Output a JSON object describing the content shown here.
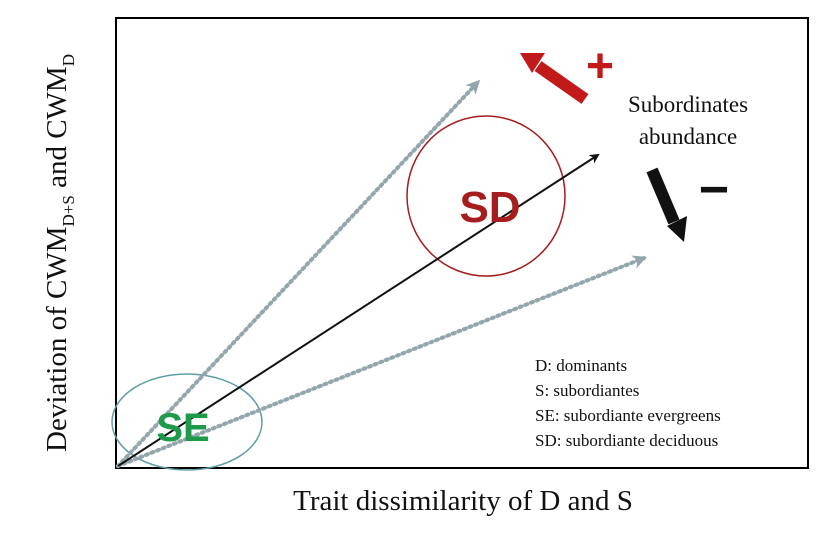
{
  "axes": {
    "xlabel": "Trait dissimilarity of D and S",
    "ylabel_prefix": "Deviation of CWM",
    "ylabel_sub1": "D+S",
    "ylabel_mid": " and CWM",
    "ylabel_sub2": "D"
  },
  "groups": {
    "sd_label": "SD",
    "se_label": "SE"
  },
  "abundance": {
    "line1": "Subordinates",
    "line2": "abundance",
    "increase_symbol": "+",
    "decrease_symbol": "−"
  },
  "legend": {
    "items": [
      "D: dominants",
      "S: subordiantes",
      "SE: subordiante evergreens",
      "SD: subordiante deciduous"
    ]
  },
  "colors": {
    "sd": "#a51d1d",
    "se": "#1f9a4a",
    "se_ellipse": "#5f9ea5",
    "dotted": "#92a6ab",
    "increase_arrow": "#c21a1a",
    "decrease_arrow": "#111111",
    "frame": "#000000"
  }
}
